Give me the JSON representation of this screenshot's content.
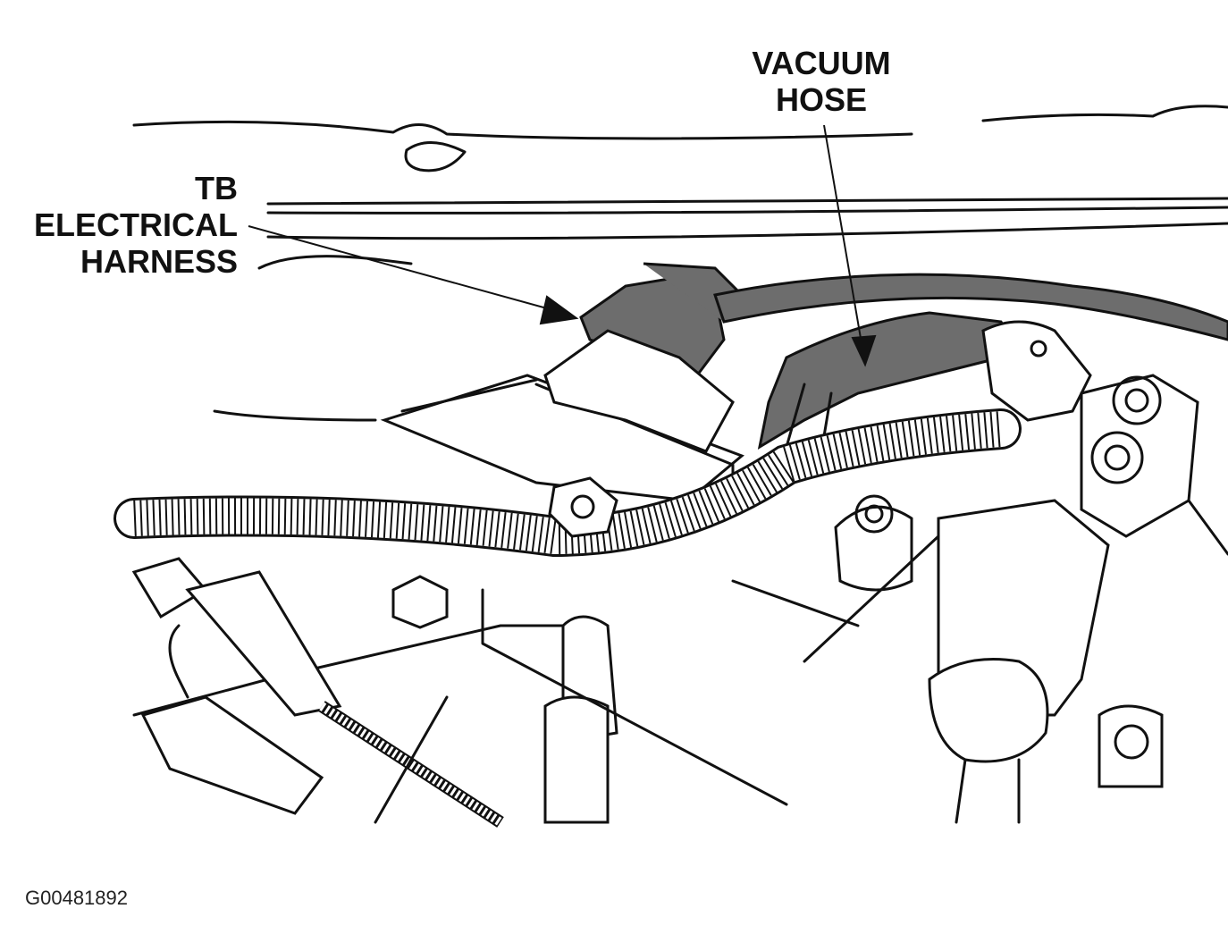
{
  "callouts": {
    "tb_harness": [
      "TB",
      "ELECTRICAL",
      "HARNESS"
    ],
    "vacuum_hose": [
      "VACUUM",
      "HOSE"
    ]
  },
  "figure_id": "G00481892",
  "colors": {
    "ink": "#111111",
    "shade": "#6d6d6d",
    "paper": "#ffffff"
  }
}
